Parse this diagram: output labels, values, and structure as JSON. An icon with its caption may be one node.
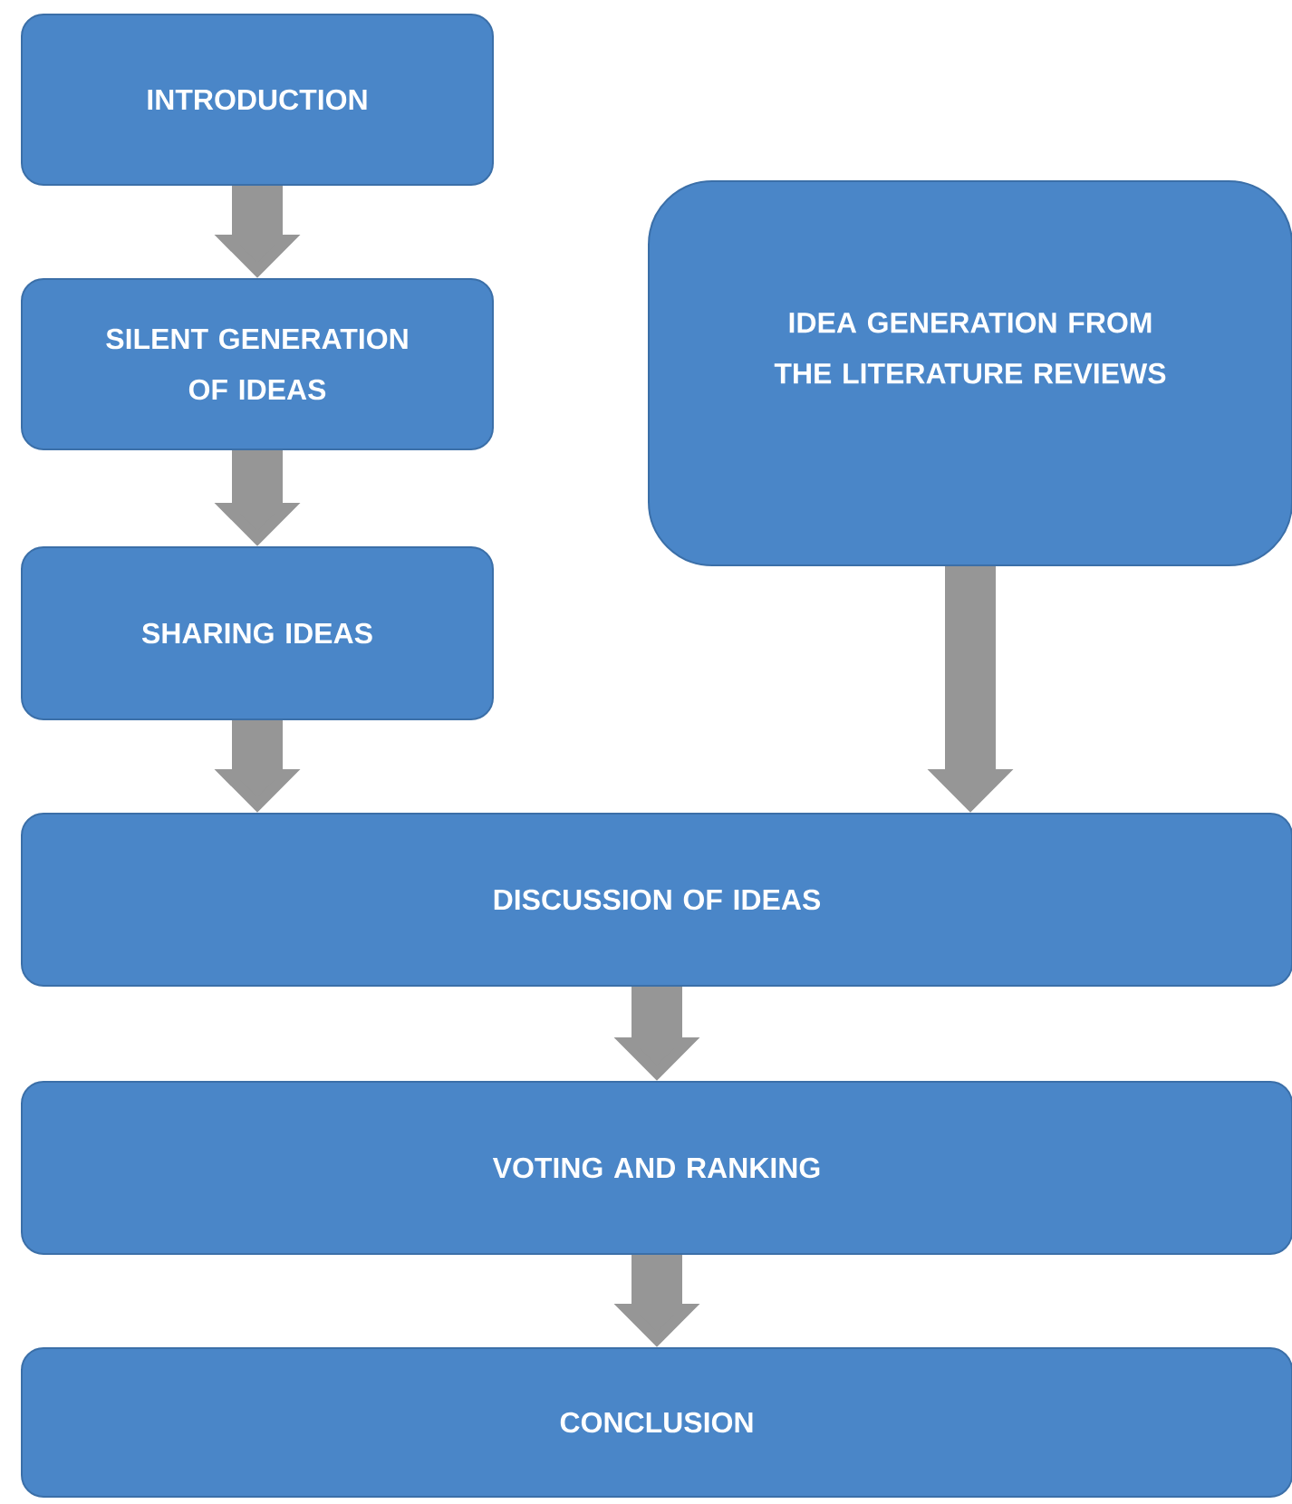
{
  "diagram": {
    "nodes": [
      {
        "text": [
          "INTRODUCTION"
        ]
      },
      {
        "text": [
          "SILENT GENERATION OF IDEAS"
        ]
      },
      {
        "text": [
          "SHARING IDEAS"
        ]
      },
      {
        "text": [
          "IDEA GENERATION FROM THE LITERATURE REVIEWS"
        ]
      },
      {
        "text": [
          "DISCUSSION OF IDEAS"
        ]
      },
      {
        "text": [
          "VOTING AND RANKING"
        ]
      },
      {
        "text": [
          "CONCLUSION"
        ]
      }
    ],
    "edges": [
      {
        "from": 0,
        "to": 1,
        "arrow": "to"
      },
      {
        "from": 1,
        "to": 2,
        "arrow": "to"
      },
      {
        "from": 2,
        "to": 4,
        "arrow": "to"
      },
      {
        "from": 3,
        "to": 4,
        "arrow": "to"
      },
      {
        "from": 4,
        "to": 5,
        "arrow": "to"
      },
      {
        "from": 5,
        "to": 6,
        "arrow": "to"
      }
    ]
  }
}
